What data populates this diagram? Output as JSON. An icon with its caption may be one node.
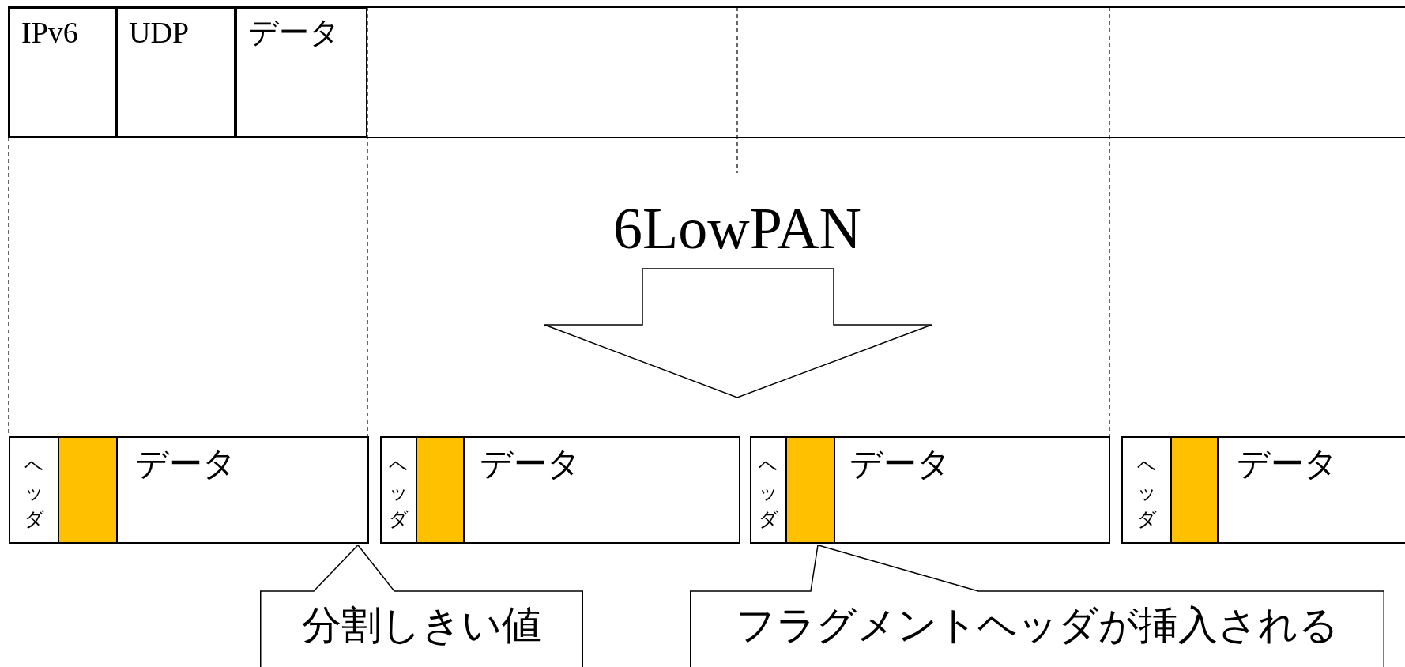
{
  "diagram": {
    "nodes": [
      {
        "text": [
          "IPv6"
        ]
      },
      {
        "text": [
          "UDP"
        ]
      },
      {
        "text": [
          "データ"
        ]
      },
      {
        "text": [
          "データ"
        ]
      },
      {
        "text": [
          "ヘッダ"
        ],
        "in": 3
      },
      {
        "text": [],
        "shape": "box",
        "in": 3
      },
      {
        "text": [
          "データ"
        ]
      },
      {
        "text": [
          "ヘッダ"
        ],
        "in": 6
      },
      {
        "text": [],
        "shape": "box",
        "in": 6
      },
      {
        "text": [
          "データ"
        ]
      },
      {
        "text": [
          "ヘッダ"
        ],
        "in": 9
      },
      {
        "text": [],
        "shape": "box",
        "in": 9
      },
      {
        "text": [
          "データ"
        ]
      },
      {
        "text": [
          "ヘッダ"
        ],
        "in": 12
      },
      {
        "text": [],
        "shape": "box",
        "in": 12
      },
      {
        "text": [
          "分割しきい値"
        ]
      },
      {
        "text": [
          "フラグメントヘッダが挿入される"
        ]
      }
    ],
    "labels": [
      "6LowPAN"
    ]
  }
}
